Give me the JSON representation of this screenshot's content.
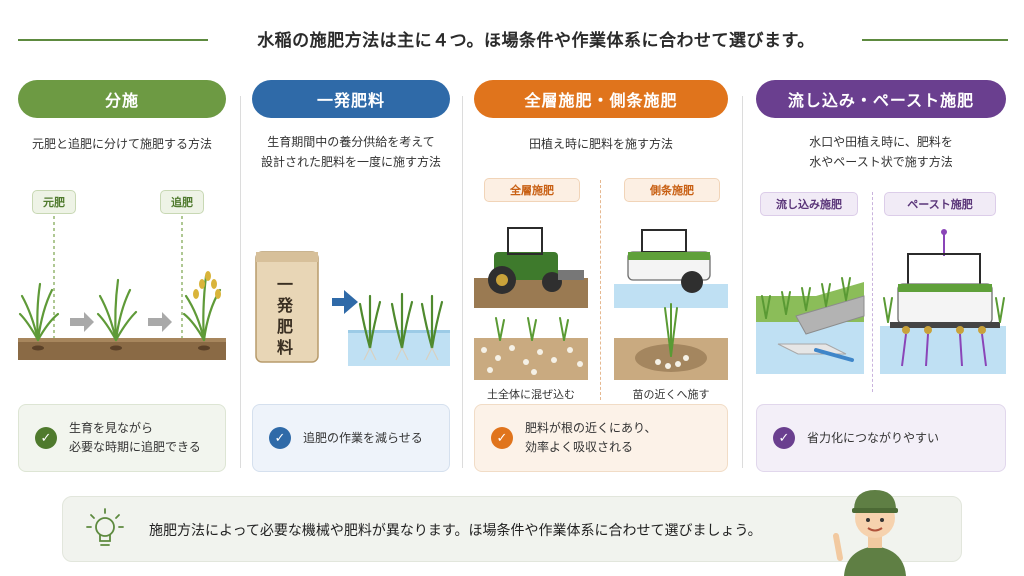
{
  "title": "水稲の施肥方法は主に４つ。ほ場条件や作業体系に合わせて選びます。",
  "colors": {
    "green": "#6d9a43",
    "blue": "#2f6aa8",
    "orange": "#e0741c",
    "purple": "#6a3f8f",
    "title_line": "#5d8a3f"
  },
  "methods": [
    {
      "name": "分施",
      "description": "元肥と追肥に分けて施肥する方法",
      "tags": [
        "元肥",
        "追肥"
      ],
      "benefit": [
        "生育を見ながら",
        "必要な時期に追肥できる"
      ]
    },
    {
      "name": "一発肥料",
      "description": [
        "生育期間中の養分供給を考えて",
        "設計された肥料を一度に施す方法"
      ],
      "bag_label": "一発肥料",
      "benefit": [
        "追肥の作業を減らせる"
      ]
    },
    {
      "name": "全層施肥・側条施肥",
      "description": "田植え時に肥料を施す方法",
      "sub": [
        {
          "tag": "全層施肥",
          "caption": "土全体に混ぜ込む"
        },
        {
          "tag": "側条施肥",
          "caption": "苗の近くへ施す"
        }
      ],
      "benefit": [
        "肥料が根の近くにあり、",
        "効率よく吸収される"
      ]
    },
    {
      "name": "流し込み・ペースト施肥",
      "description": [
        "水口や田植え時に、肥料を",
        "水やペースト状で施す方法"
      ],
      "tags": [
        "流し込み施肥",
        "ペースト施肥"
      ],
      "benefit": [
        "省力化につながりやすい"
      ]
    }
  ],
  "icons": {
    "check": "check-icon",
    "bulb": "lightbulb-icon",
    "arrow": "arrow-right-icon",
    "farmer": "farmer-icon"
  },
  "note": "施肥方法によって必要な機械や肥料が異なります。ほ場条件や作業体系に合わせて選びましょう。"
}
